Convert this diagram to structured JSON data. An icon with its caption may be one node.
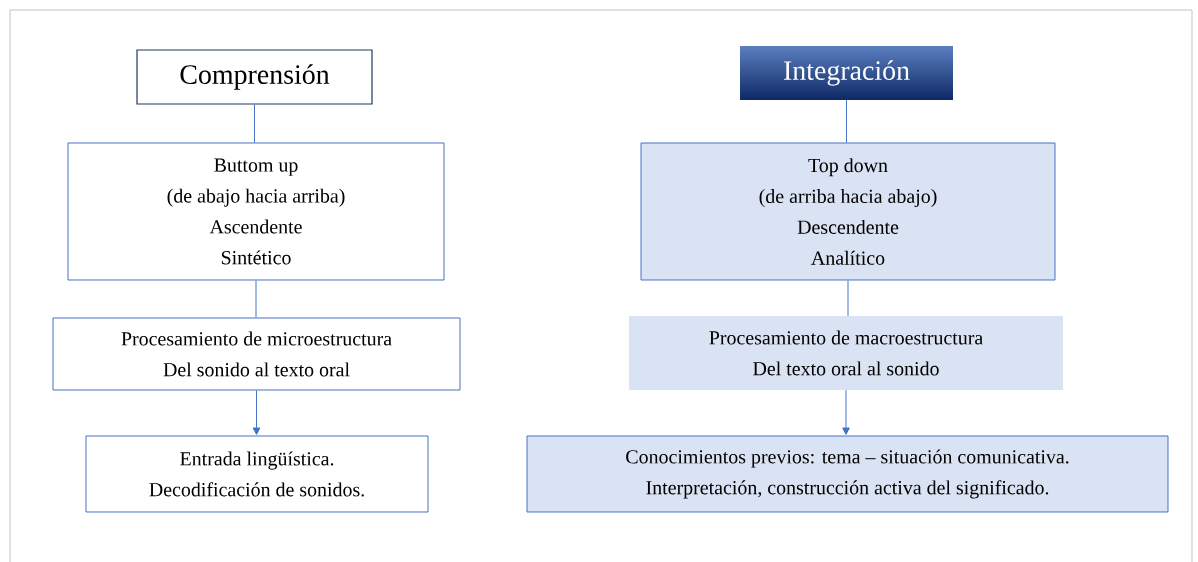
{
  "diagram": {
    "nodes": [
      {
        "text": [
          "Comprensión"
        ]
      },
      {
        "text": [
          "Integración"
        ]
      },
      {
        "text": [
          "Buttom up",
          "(de abajo hacia arriba)",
          "Ascendente",
          "Sintético"
        ]
      },
      {
        "text": [
          "Top down",
          "(de arriba hacia abajo)",
          "Descendente",
          "Analítico"
        ]
      },
      {
        "text": [
          "Procesamiento de microestructura",
          "Del sonido al texto oral"
        ]
      },
      {
        "text": [
          "Procesamiento de macroestructura",
          "Del texto oral al sonido"
        ]
      },
      {
        "text": [
          "Entrada lingüística.",
          "Decodificación de sonidos."
        ]
      },
      {
        "text": [
          "Conocimientos previos: tema – situación comunicativa.",
          "Interpretación, construcción activa del significado."
        ]
      }
    ],
    "edges": [
      {
        "from": 0,
        "to": 2,
        "arrow": "none"
      },
      {
        "from": 2,
        "to": 4,
        "arrow": "none"
      },
      {
        "from": 4,
        "to": 6,
        "arrow": "to"
      },
      {
        "from": 1,
        "to": 3,
        "arrow": "none"
      },
      {
        "from": 3,
        "to": 5,
        "arrow": "none"
      },
      {
        "from": 5,
        "to": 7,
        "arrow": "to"
      }
    ]
  }
}
